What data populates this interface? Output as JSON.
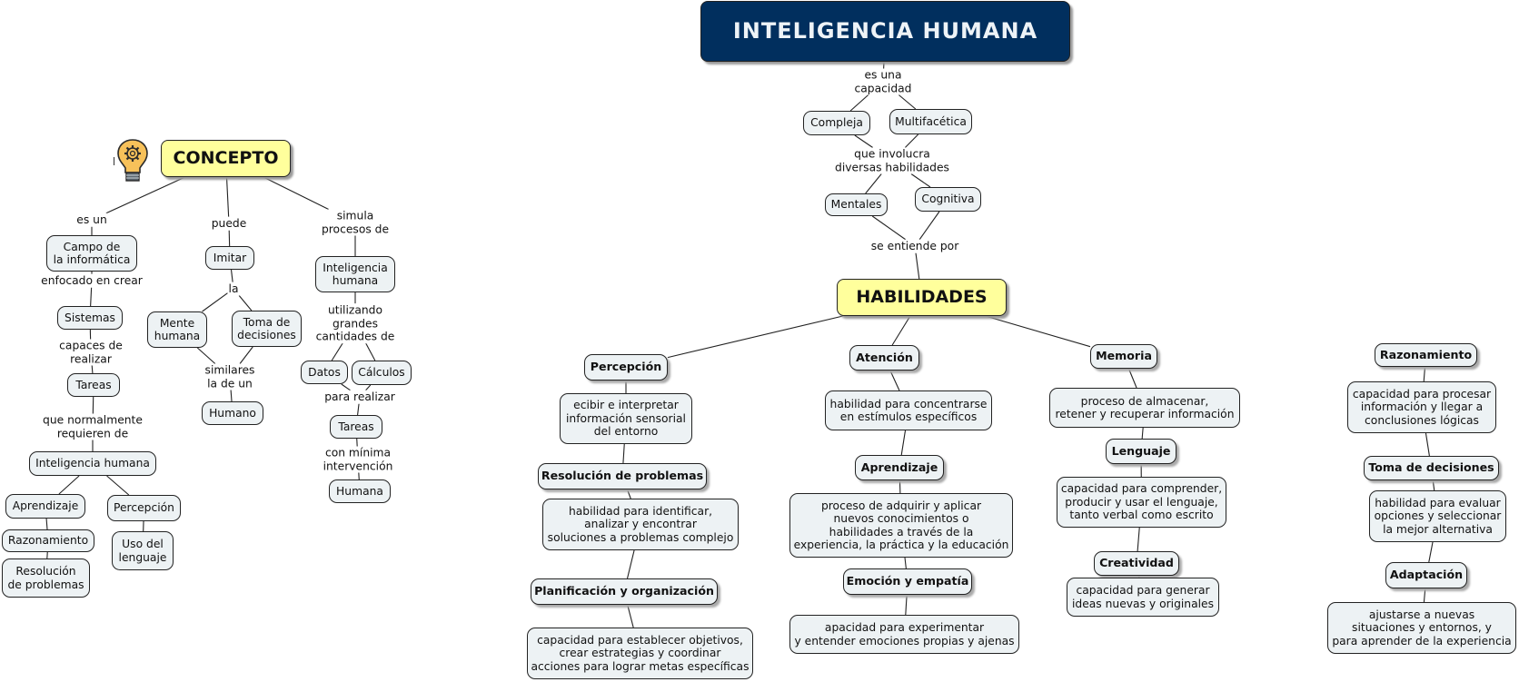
{
  "title": "INTELIGENCIA HUMANA",
  "colors": {
    "title_bg": "#012f5e",
    "highlight": "#ffff9c",
    "node_bg": "#edf2f4"
  },
  "icons": {
    "concept_icon": "lightbulb-gear-icon"
  },
  "nodes": {
    "title": {
      "text": "INTELIGENCIA HUMANA"
    },
    "compleja": {
      "text": "Compleja"
    },
    "multifacetica": {
      "text": "Multifacética"
    },
    "mentales": {
      "text": "Mentales"
    },
    "cognitiva": {
      "text": "Cognitiva"
    },
    "habilidades": {
      "text": "HABILIDADES"
    },
    "percepcion_h": {
      "text": "Percepción"
    },
    "percepcion_d": {
      "text": "ecibir e interpretar\ninformación sensorial\ndel entorno"
    },
    "resolucion_h": {
      "text": "Resolución de problemas"
    },
    "resolucion_d": {
      "text": "habilidad para identificar,\nanalizar y encontrar\nsoluciones a problemas complejo"
    },
    "planificacion_h": {
      "text": "Planificación y organización"
    },
    "planificacion_d": {
      "text": "capacidad para establecer objetivos,\ncrear estrategias y coordinar\nacciones para lograr metas específicas"
    },
    "atencion_h": {
      "text": "Atención"
    },
    "atencion_d": {
      "text": "habilidad para concentrarse\nen estímulos específicos"
    },
    "aprendizaje_h": {
      "text": "Aprendizaje"
    },
    "aprendizaje_d": {
      "text": "proceso de adquirir y aplicar\nnuevos conocimientos o\nhabilidades a través de la\nexperiencia, la práctica y la educación"
    },
    "emocion_h": {
      "text": "Emoción y empatía"
    },
    "emocion_d": {
      "text": "apacidad para experimentar\ny entender emociones propias y ajenas"
    },
    "memoria_h": {
      "text": "Memoria"
    },
    "memoria_d": {
      "text": "proceso de almacenar,\nretener y recuperar información"
    },
    "lenguaje_h": {
      "text": "Lenguaje"
    },
    "lenguaje_d": {
      "text": "capacidad para comprender,\nproducir y usar el lenguaje,\ntanto verbal como escrito"
    },
    "creatividad_h": {
      "text": "Creatividad"
    },
    "creatividad_d": {
      "text": "capacidad para generar\nideas nuevas y originales"
    },
    "razonamiento_h": {
      "text": "Razonamiento"
    },
    "razonamiento_d": {
      "text": "capacidad para procesar\ninformación y llegar a\nconclusiones lógicas"
    },
    "toma_h": {
      "text": "Toma de decisiones"
    },
    "toma_d": {
      "text": "habilidad para evaluar\nopciones y seleccionar\nla mejor alternativa"
    },
    "adaptacion_h": {
      "text": "Adaptación"
    },
    "adaptacion_d": {
      "text": "ajustarse a nuevas\nsituaciones y entornos, y\npara aprender de la experiencia"
    },
    "concepto": {
      "text": "CONCEPTO"
    },
    "campo": {
      "text": "Campo de\nla informática"
    },
    "sistemas": {
      "text": "Sistemas"
    },
    "tareas1": {
      "text": "Tareas"
    },
    "ih_left": {
      "text": "Inteligencia humana"
    },
    "aprendizaje_l": {
      "text": "Aprendizaje"
    },
    "razonamiento_l": {
      "text": "Razonamiento"
    },
    "resolucion_l": {
      "text": "Resolución\nde problemas"
    },
    "percepcion_l": {
      "text": "Percepción"
    },
    "uso_lenguaje": {
      "text": "Uso del\nlenguaje"
    },
    "imitar": {
      "text": "Imitar"
    },
    "mente": {
      "text": "Mente\nhumana"
    },
    "toma_l": {
      "text": "Toma de\ndecisiones"
    },
    "humano": {
      "text": "Humano"
    },
    "ih_right": {
      "text": "Inteligencia\nhumana"
    },
    "datos": {
      "text": "Datos"
    },
    "calculos": {
      "text": "Cálculos"
    },
    "tareas2": {
      "text": "Tareas"
    },
    "humana": {
      "text": "Humana"
    }
  },
  "links": {
    "es_una_capacidad": "es una\ncapacidad",
    "que_involucra": "que involucra\ndiversas habilidades",
    "se_entiende_por": "se entiende por",
    "es_un": "es un",
    "enfocado": "enfocado en crear",
    "capaces": "capaces de\nrealizar",
    "que_normalmente": "que normalmente\nrequieren de",
    "puede": "puede",
    "la": "la",
    "similares": "similares\nla de un",
    "simula": "simula\nprocesos de",
    "utilizando": "utilizando\ngrandes\ncantidades de",
    "para_realizar": "para realizar",
    "con_minima": "con mínima\nintervención"
  },
  "edges": [
    [
      "title",
      "es_una_capacidad"
    ],
    [
      "es_una_capacidad",
      "compleja"
    ],
    [
      "es_una_capacidad",
      "multifacetica"
    ],
    [
      "compleja",
      "que_involucra"
    ],
    [
      "multifacetica",
      "que_involucra"
    ],
    [
      "que_involucra",
      "mentales"
    ],
    [
      "que_involucra",
      "cognitiva"
    ],
    [
      "mentales",
      "se_entiende_por"
    ],
    [
      "cognitiva",
      "se_entiende_por"
    ],
    [
      "se_entiende_por",
      "habilidades"
    ],
    [
      "habilidades",
      "percepcion_h"
    ],
    [
      "habilidades",
      "atencion_h"
    ],
    [
      "habilidades",
      "memoria_h"
    ],
    [
      "percepcion_h",
      "percepcion_d"
    ],
    [
      "percepcion_d",
      "resolucion_h"
    ],
    [
      "resolucion_h",
      "resolucion_d"
    ],
    [
      "resolucion_d",
      "planificacion_h"
    ],
    [
      "planificacion_h",
      "planificacion_d"
    ],
    [
      "atencion_h",
      "atencion_d"
    ],
    [
      "atencion_d",
      "aprendizaje_h"
    ],
    [
      "aprendizaje_h",
      "aprendizaje_d"
    ],
    [
      "aprendizaje_d",
      "emocion_h"
    ],
    [
      "emocion_h",
      "emocion_d"
    ],
    [
      "memoria_h",
      "memoria_d"
    ],
    [
      "memoria_d",
      "lenguaje_h"
    ],
    [
      "lenguaje_h",
      "lenguaje_d"
    ],
    [
      "lenguaje_d",
      "creatividad_h"
    ],
    [
      "creatividad_h",
      "creatividad_d"
    ],
    [
      "razonamiento_h",
      "razonamiento_d"
    ],
    [
      "razonamiento_d",
      "toma_h"
    ],
    [
      "toma_h",
      "toma_d"
    ],
    [
      "toma_d",
      "adaptacion_h"
    ],
    [
      "adaptacion_h",
      "adaptacion_d"
    ],
    [
      "concepto",
      "es_un"
    ],
    [
      "es_un",
      "campo"
    ],
    [
      "campo",
      "enfocado"
    ],
    [
      "enfocado",
      "sistemas"
    ],
    [
      "sistemas",
      "capaces"
    ],
    [
      "capaces",
      "tareas1"
    ],
    [
      "tareas1",
      "que_normalmente"
    ],
    [
      "que_normalmente",
      "ih_left"
    ],
    [
      "ih_left",
      "aprendizaje_l"
    ],
    [
      "ih_left",
      "percepcion_l"
    ],
    [
      "aprendizaje_l",
      "razonamiento_l"
    ],
    [
      "razonamiento_l",
      "resolucion_l"
    ],
    [
      "percepcion_l",
      "uso_lenguaje"
    ],
    [
      "concepto",
      "puede"
    ],
    [
      "puede",
      "imitar"
    ],
    [
      "imitar",
      "la"
    ],
    [
      "la",
      "mente"
    ],
    [
      "la",
      "toma_l"
    ],
    [
      "mente",
      "similares"
    ],
    [
      "toma_l",
      "similares"
    ],
    [
      "similares",
      "humano"
    ],
    [
      "concepto",
      "simula"
    ],
    [
      "simula",
      "ih_right"
    ],
    [
      "ih_right",
      "utilizando"
    ],
    [
      "utilizando",
      "datos"
    ],
    [
      "utilizando",
      "calculos"
    ],
    [
      "datos",
      "para_realizar"
    ],
    [
      "calculos",
      "para_realizar"
    ],
    [
      "para_realizar",
      "tareas2"
    ],
    [
      "tareas2",
      "con_minima"
    ],
    [
      "con_minima",
      "humana"
    ]
  ]
}
